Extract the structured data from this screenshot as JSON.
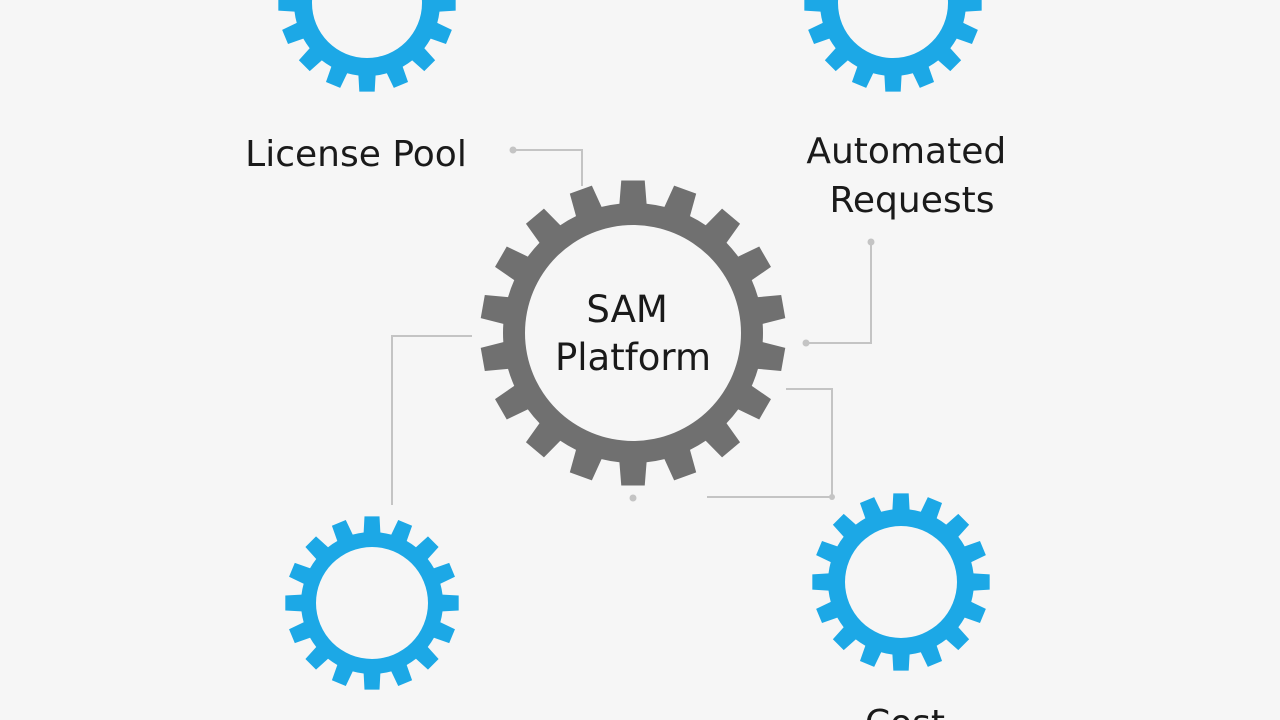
{
  "diagram": {
    "center": {
      "lines": [
        "SAM",
        "Platform"
      ],
      "color": "#707070"
    },
    "nodes": [
      {
        "id": "top-left",
        "label_lines": [
          "License Pool"
        ],
        "color": "#1ca8e6"
      },
      {
        "id": "top-right",
        "label_lines": [
          "Automated",
          "Requests"
        ],
        "color": "#1ca8e6"
      },
      {
        "id": "bottom-left",
        "label_lines": [],
        "color": "#1ca8e6"
      },
      {
        "id": "bottom-right",
        "label_lines": [
          "Cost"
        ],
        "color": "#1ca8e6"
      }
    ],
    "connector_color": "#c4c4c4",
    "background": "#f6f6f6"
  }
}
